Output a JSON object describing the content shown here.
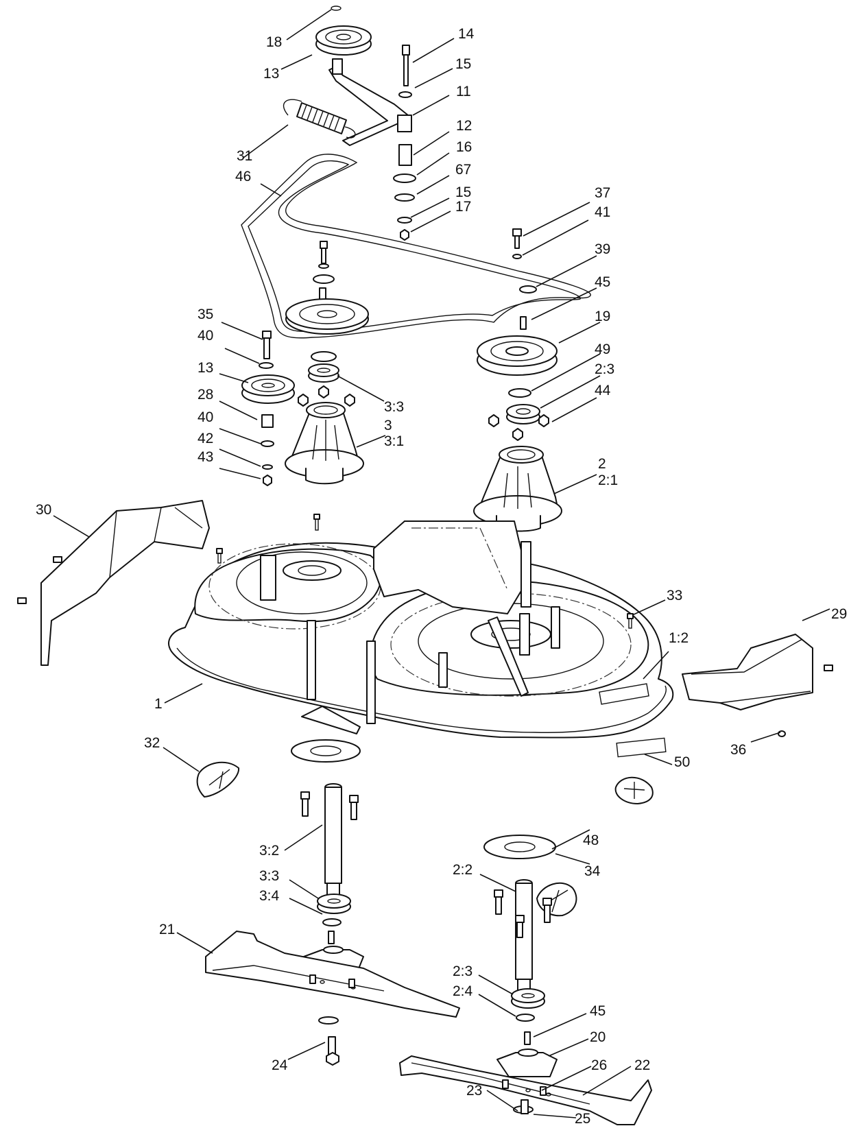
{
  "callouts": [
    {
      "id": "c18",
      "text": "18"
    },
    {
      "id": "c13a",
      "text": "13"
    },
    {
      "id": "c14",
      "text": "14"
    },
    {
      "id": "c15a",
      "text": "15"
    },
    {
      "id": "c11",
      "text": "11"
    },
    {
      "id": "c31",
      "text": "31"
    },
    {
      "id": "c12",
      "text": "12"
    },
    {
      "id": "c16",
      "text": "16"
    },
    {
      "id": "c46",
      "text": "46"
    },
    {
      "id": "c67",
      "text": "67"
    },
    {
      "id": "c15b",
      "text": "15"
    },
    {
      "id": "c17",
      "text": "17"
    },
    {
      "id": "c37",
      "text": "37"
    },
    {
      "id": "c41",
      "text": "41"
    },
    {
      "id": "c39",
      "text": "39"
    },
    {
      "id": "c45a",
      "text": "45"
    },
    {
      "id": "c35",
      "text": "35"
    },
    {
      "id": "c19",
      "text": "19"
    },
    {
      "id": "c40a",
      "text": "40"
    },
    {
      "id": "c49",
      "text": "49"
    },
    {
      "id": "c13b",
      "text": "13"
    },
    {
      "id": "c23a",
      "text": "2:3"
    },
    {
      "id": "c28",
      "text": "28"
    },
    {
      "id": "c44",
      "text": "44"
    },
    {
      "id": "c33a",
      "text": "3:3"
    },
    {
      "id": "c40b",
      "text": "40"
    },
    {
      "id": "c3",
      "text": "3"
    },
    {
      "id": "c31b",
      "text": "3:1"
    },
    {
      "id": "c42",
      "text": "42"
    },
    {
      "id": "c43",
      "text": "43"
    },
    {
      "id": "c2",
      "text": "2"
    },
    {
      "id": "c21b",
      "text": "2:1"
    },
    {
      "id": "c30",
      "text": "30"
    },
    {
      "id": "c33",
      "text": "33"
    },
    {
      "id": "c29",
      "text": "29"
    },
    {
      "id": "c12b",
      "text": "1:2"
    },
    {
      "id": "c1",
      "text": "1"
    },
    {
      "id": "c32",
      "text": "32"
    },
    {
      "id": "c36",
      "text": "36"
    },
    {
      "id": "c50",
      "text": "50"
    },
    {
      "id": "c48",
      "text": "48"
    },
    {
      "id": "c32b",
      "text": "3:2"
    },
    {
      "id": "c34",
      "text": "34"
    },
    {
      "id": "c33b",
      "text": "3:3"
    },
    {
      "id": "c34b",
      "text": "3:4"
    },
    {
      "id": "c22b",
      "text": "2:2"
    },
    {
      "id": "c21",
      "text": "21"
    },
    {
      "id": "c23b",
      "text": "2:3"
    },
    {
      "id": "c24b",
      "text": "2:4"
    },
    {
      "id": "c45b",
      "text": "45"
    },
    {
      "id": "c20",
      "text": "20"
    },
    {
      "id": "c26",
      "text": "26"
    },
    {
      "id": "c22",
      "text": "22"
    },
    {
      "id": "c24",
      "text": "24"
    },
    {
      "id": "c23",
      "text": "23"
    },
    {
      "id": "c25",
      "text": "25"
    }
  ]
}
